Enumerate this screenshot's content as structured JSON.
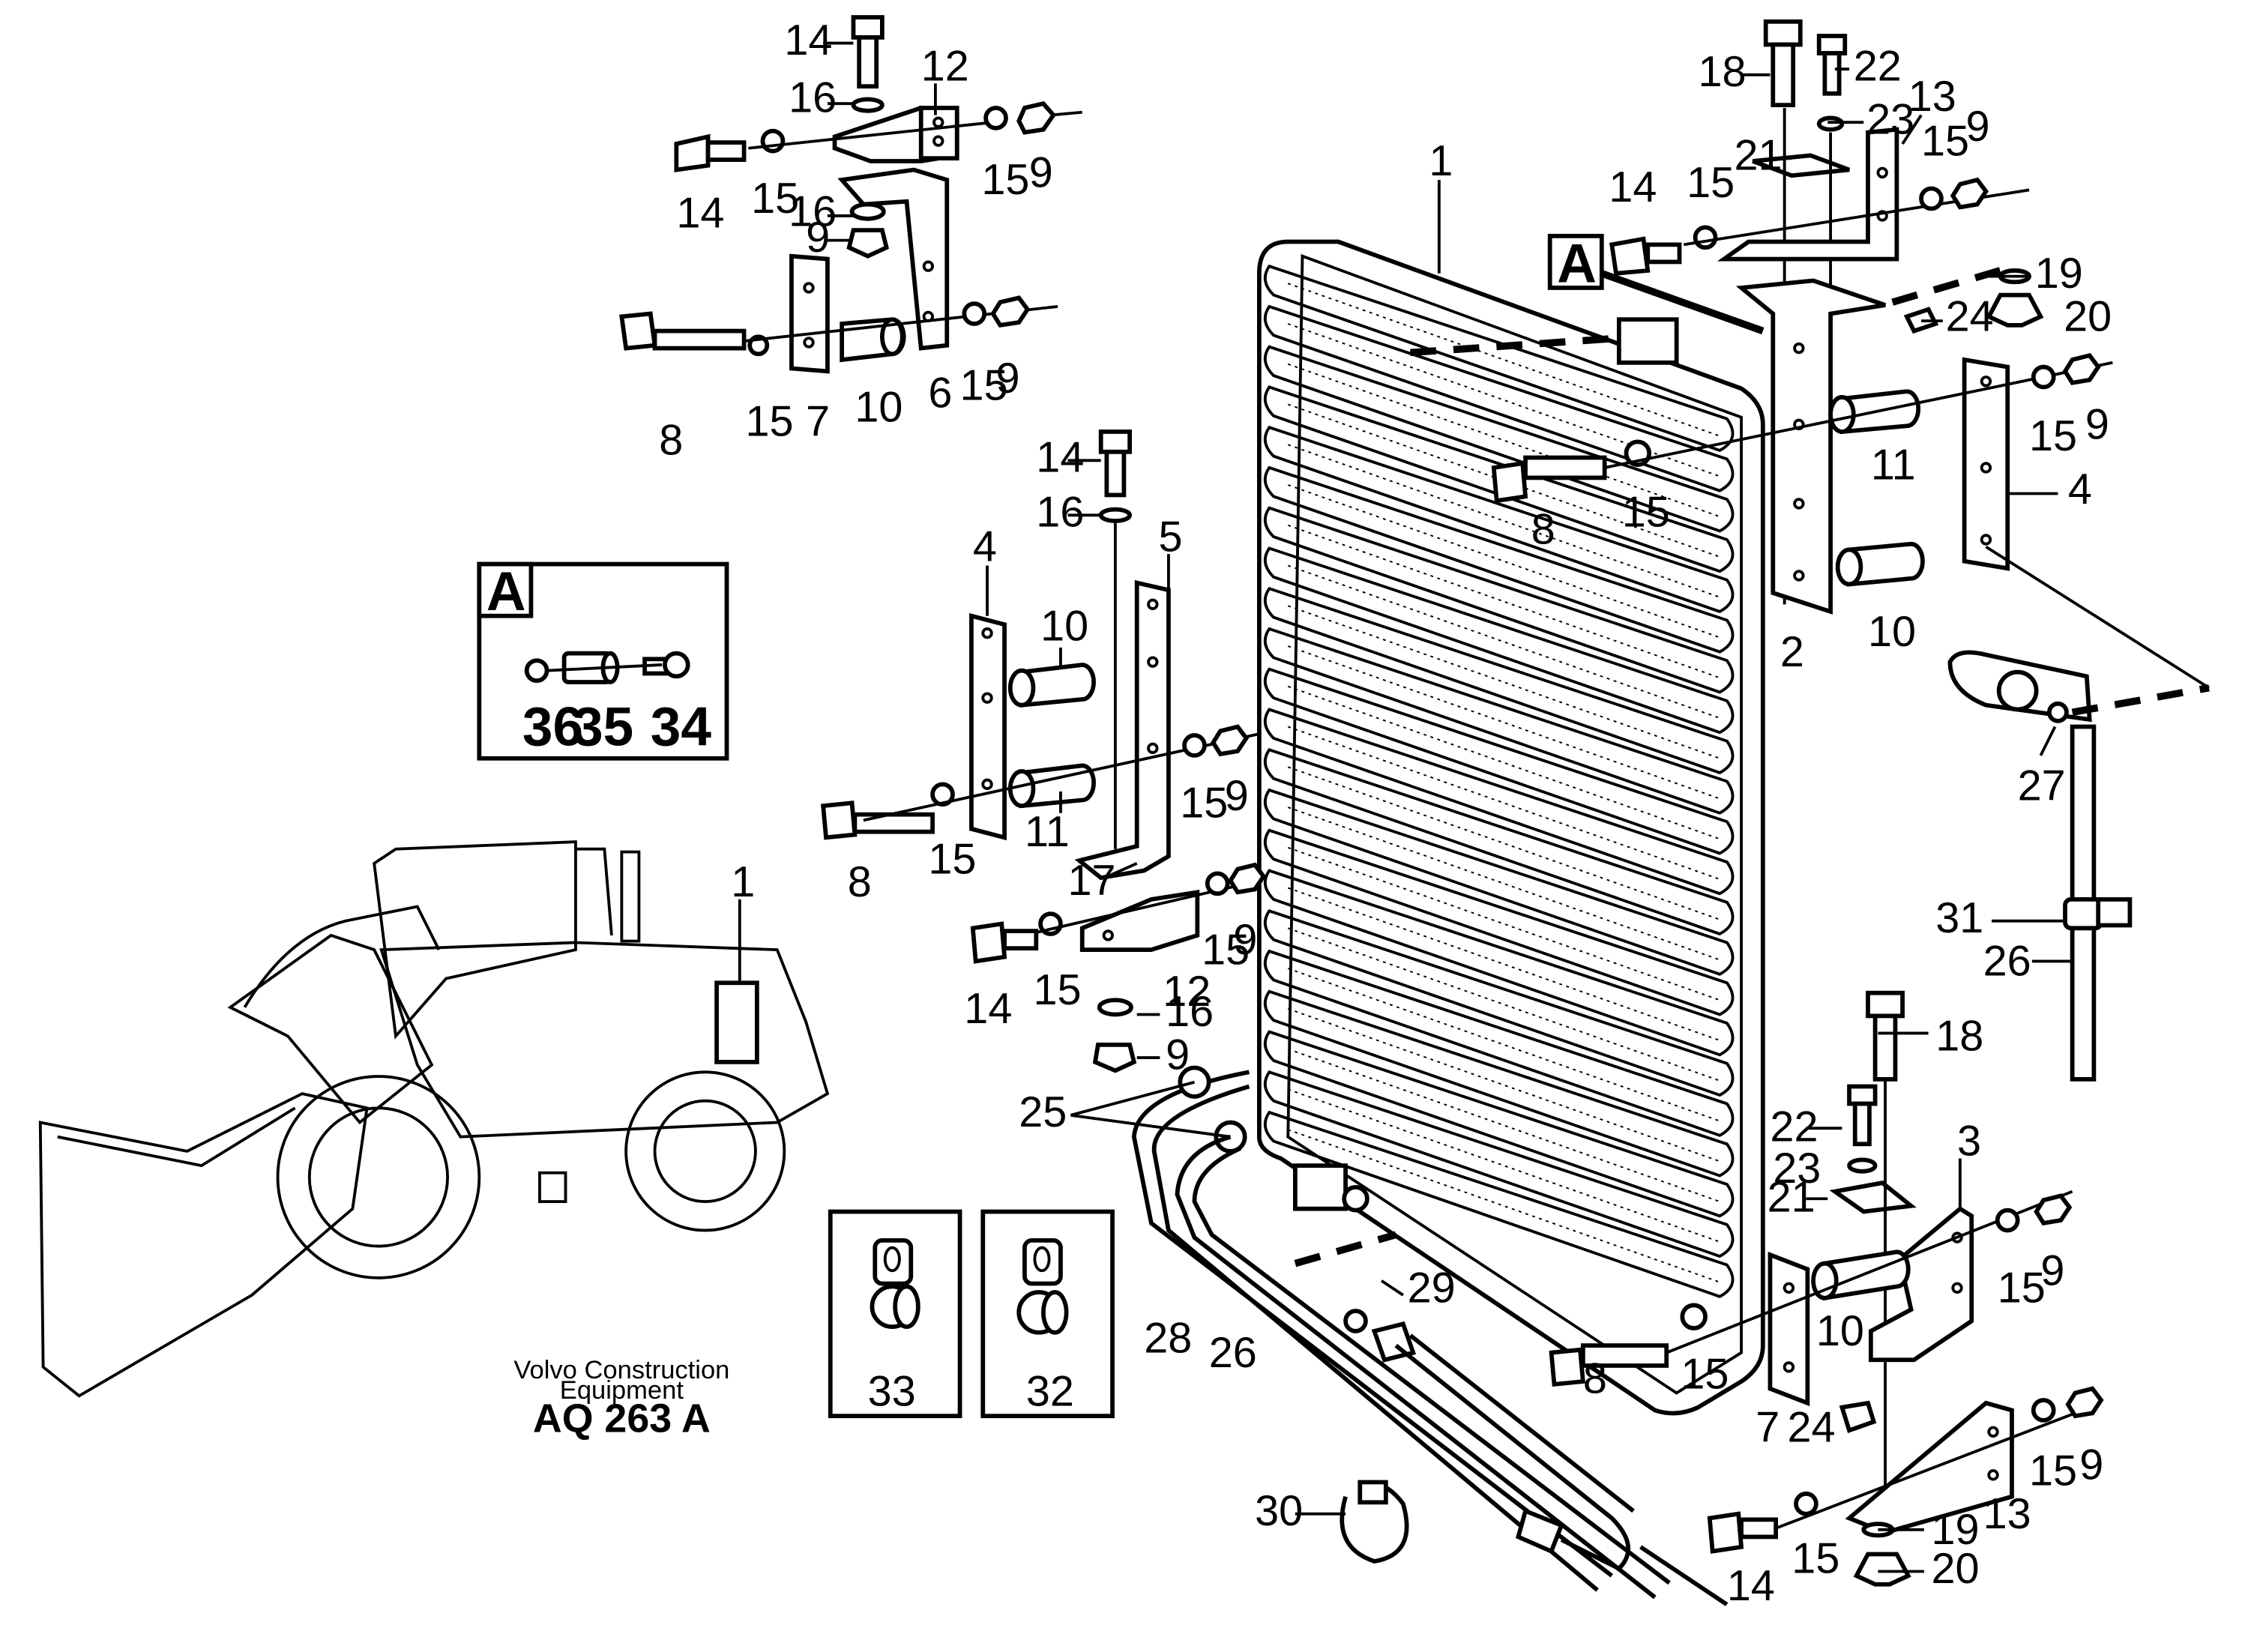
{
  "figure": {
    "caption_line1": "Volvo Construction",
    "caption_line2": "Equipment",
    "drawing_code": "AQ 263 A",
    "view_marker": "A",
    "detail_box_title": "A"
  },
  "callouts": {
    "c1": "1",
    "c2": "2",
    "c3": "3",
    "c4": "4",
    "c5": "5",
    "c6": "6",
    "c7": "7",
    "c8": "8",
    "c9": "9",
    "c10": "10",
    "c11": "11",
    "c12": "12",
    "c13": "13",
    "c14": "14",
    "c15": "15",
    "c16": "16",
    "c17": "17",
    "c18": "18",
    "c19": "19",
    "c20": "20",
    "c21": "21",
    "c22": "22",
    "c23": "23",
    "c24": "24",
    "c25": "25",
    "c26": "26",
    "c27": "27",
    "c28": "28",
    "c29": "29",
    "c30": "30",
    "c31": "31",
    "c32": "32",
    "c33": "33",
    "c34": "34",
    "c35": "35",
    "c36": "36"
  }
}
